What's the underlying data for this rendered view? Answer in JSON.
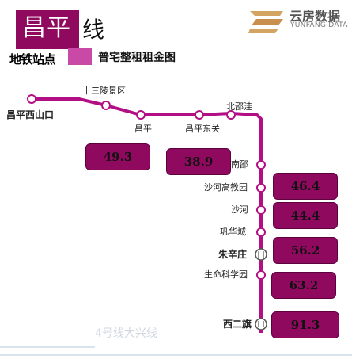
{
  "header": {
    "line_name": "昌平",
    "line_suffix": "线",
    "legend_label": "地铁站点",
    "subtitle": "普宅整租租金图",
    "colors": {
      "line": "#b30f84",
      "label_box": "#8f0a5f",
      "legend_swatch": "#c84aa6"
    }
  },
  "logo": {
    "name": "云房数据",
    "sub": "YUNFANG DATA",
    "icon": "yunfang-logo-icon"
  },
  "stations": [
    {
      "name": "昌平西山口",
      "bold": true,
      "transfer": false
    },
    {
      "name": "十三陵景区",
      "bold": false,
      "transfer": false
    },
    {
      "name": "昌平",
      "bold": false,
      "transfer": false
    },
    {
      "name": "昌平东关",
      "bold": false,
      "transfer": false
    },
    {
      "name": "北邵洼",
      "bold": false,
      "transfer": false
    },
    {
      "name": "南邵",
      "bold": false,
      "transfer": false
    },
    {
      "name": "沙河高教园",
      "bold": false,
      "transfer": false
    },
    {
      "name": "沙河",
      "bold": false,
      "transfer": false
    },
    {
      "name": "巩华城",
      "bold": false,
      "transfer": false
    },
    {
      "name": "朱辛庄",
      "bold": true,
      "transfer": true
    },
    {
      "name": "生命科学园",
      "bold": false,
      "transfer": false
    },
    {
      "name": "西二旗",
      "bold": true,
      "transfer": true
    }
  ],
  "prices": [
    "49.3",
    "38.9",
    "46.4",
    "44.4",
    "56.2",
    "63.2",
    "91.3"
  ],
  "watermark": "4号线大兴线"
}
